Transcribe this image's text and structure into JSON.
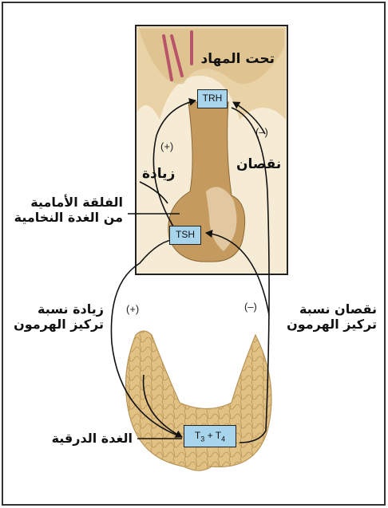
{
  "labels": {
    "hypothalamus": "تحت المهاد",
    "decrease_top": "نقصان",
    "increase_top": "زيادة",
    "anterior_pituitary_line1": "الفلقة الأمامية",
    "anterior_pituitary_line2": "من الغدة النخامية",
    "increase_conc_line1": "زيادة نسبة",
    "increase_conc_line2": "تركيز الهرمون",
    "decrease_conc_line1": "نقصان نسبة",
    "decrease_conc_line2": "تركيز الهرمون",
    "thyroid": "الغدة الدرقية"
  },
  "hormones": {
    "trh": "TRH",
    "tsh": "TSH",
    "t3": "T",
    "t3_sub": "3",
    "plus": " + ",
    "t4": "T",
    "t4_sub": "4"
  },
  "signs": {
    "plus_top": "(+)",
    "minus_top": "(–)",
    "plus_bottom": "(+)",
    "minus_bottom": "(–)"
  },
  "colors": {
    "hormone_box": "#a8d4ec",
    "thyroid": "#e2c184",
    "pituitary": "#c49a5e",
    "brain": "#e8d2a6",
    "vessels": "#b8536a"
  },
  "icons": [
    "hypothalamus-illustration",
    "pituitary-illustration",
    "thyroid-illustration"
  ]
}
